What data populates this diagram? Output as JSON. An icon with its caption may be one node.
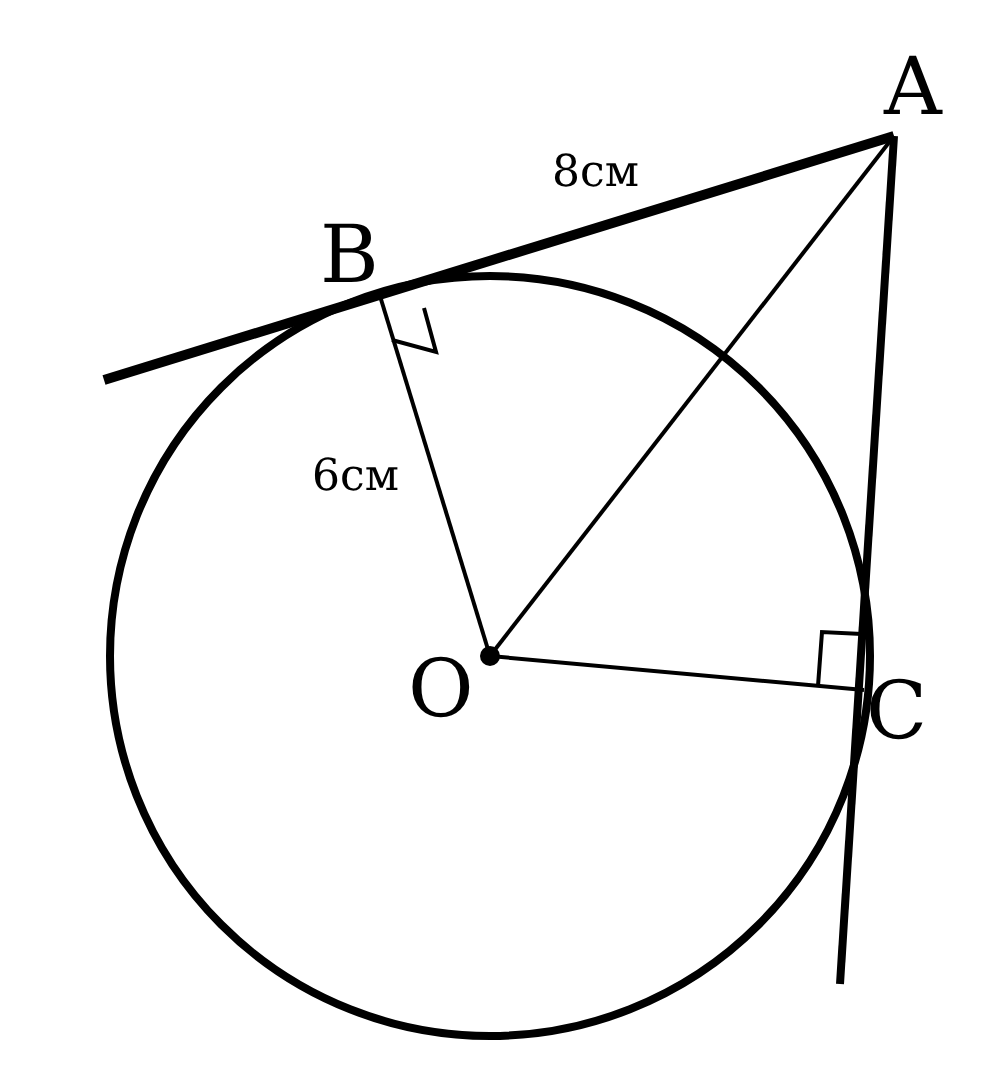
{
  "diagram": {
    "labels": [
      "A",
      "8см",
      "B",
      "6см",
      "O",
      "C"
    ]
  }
}
